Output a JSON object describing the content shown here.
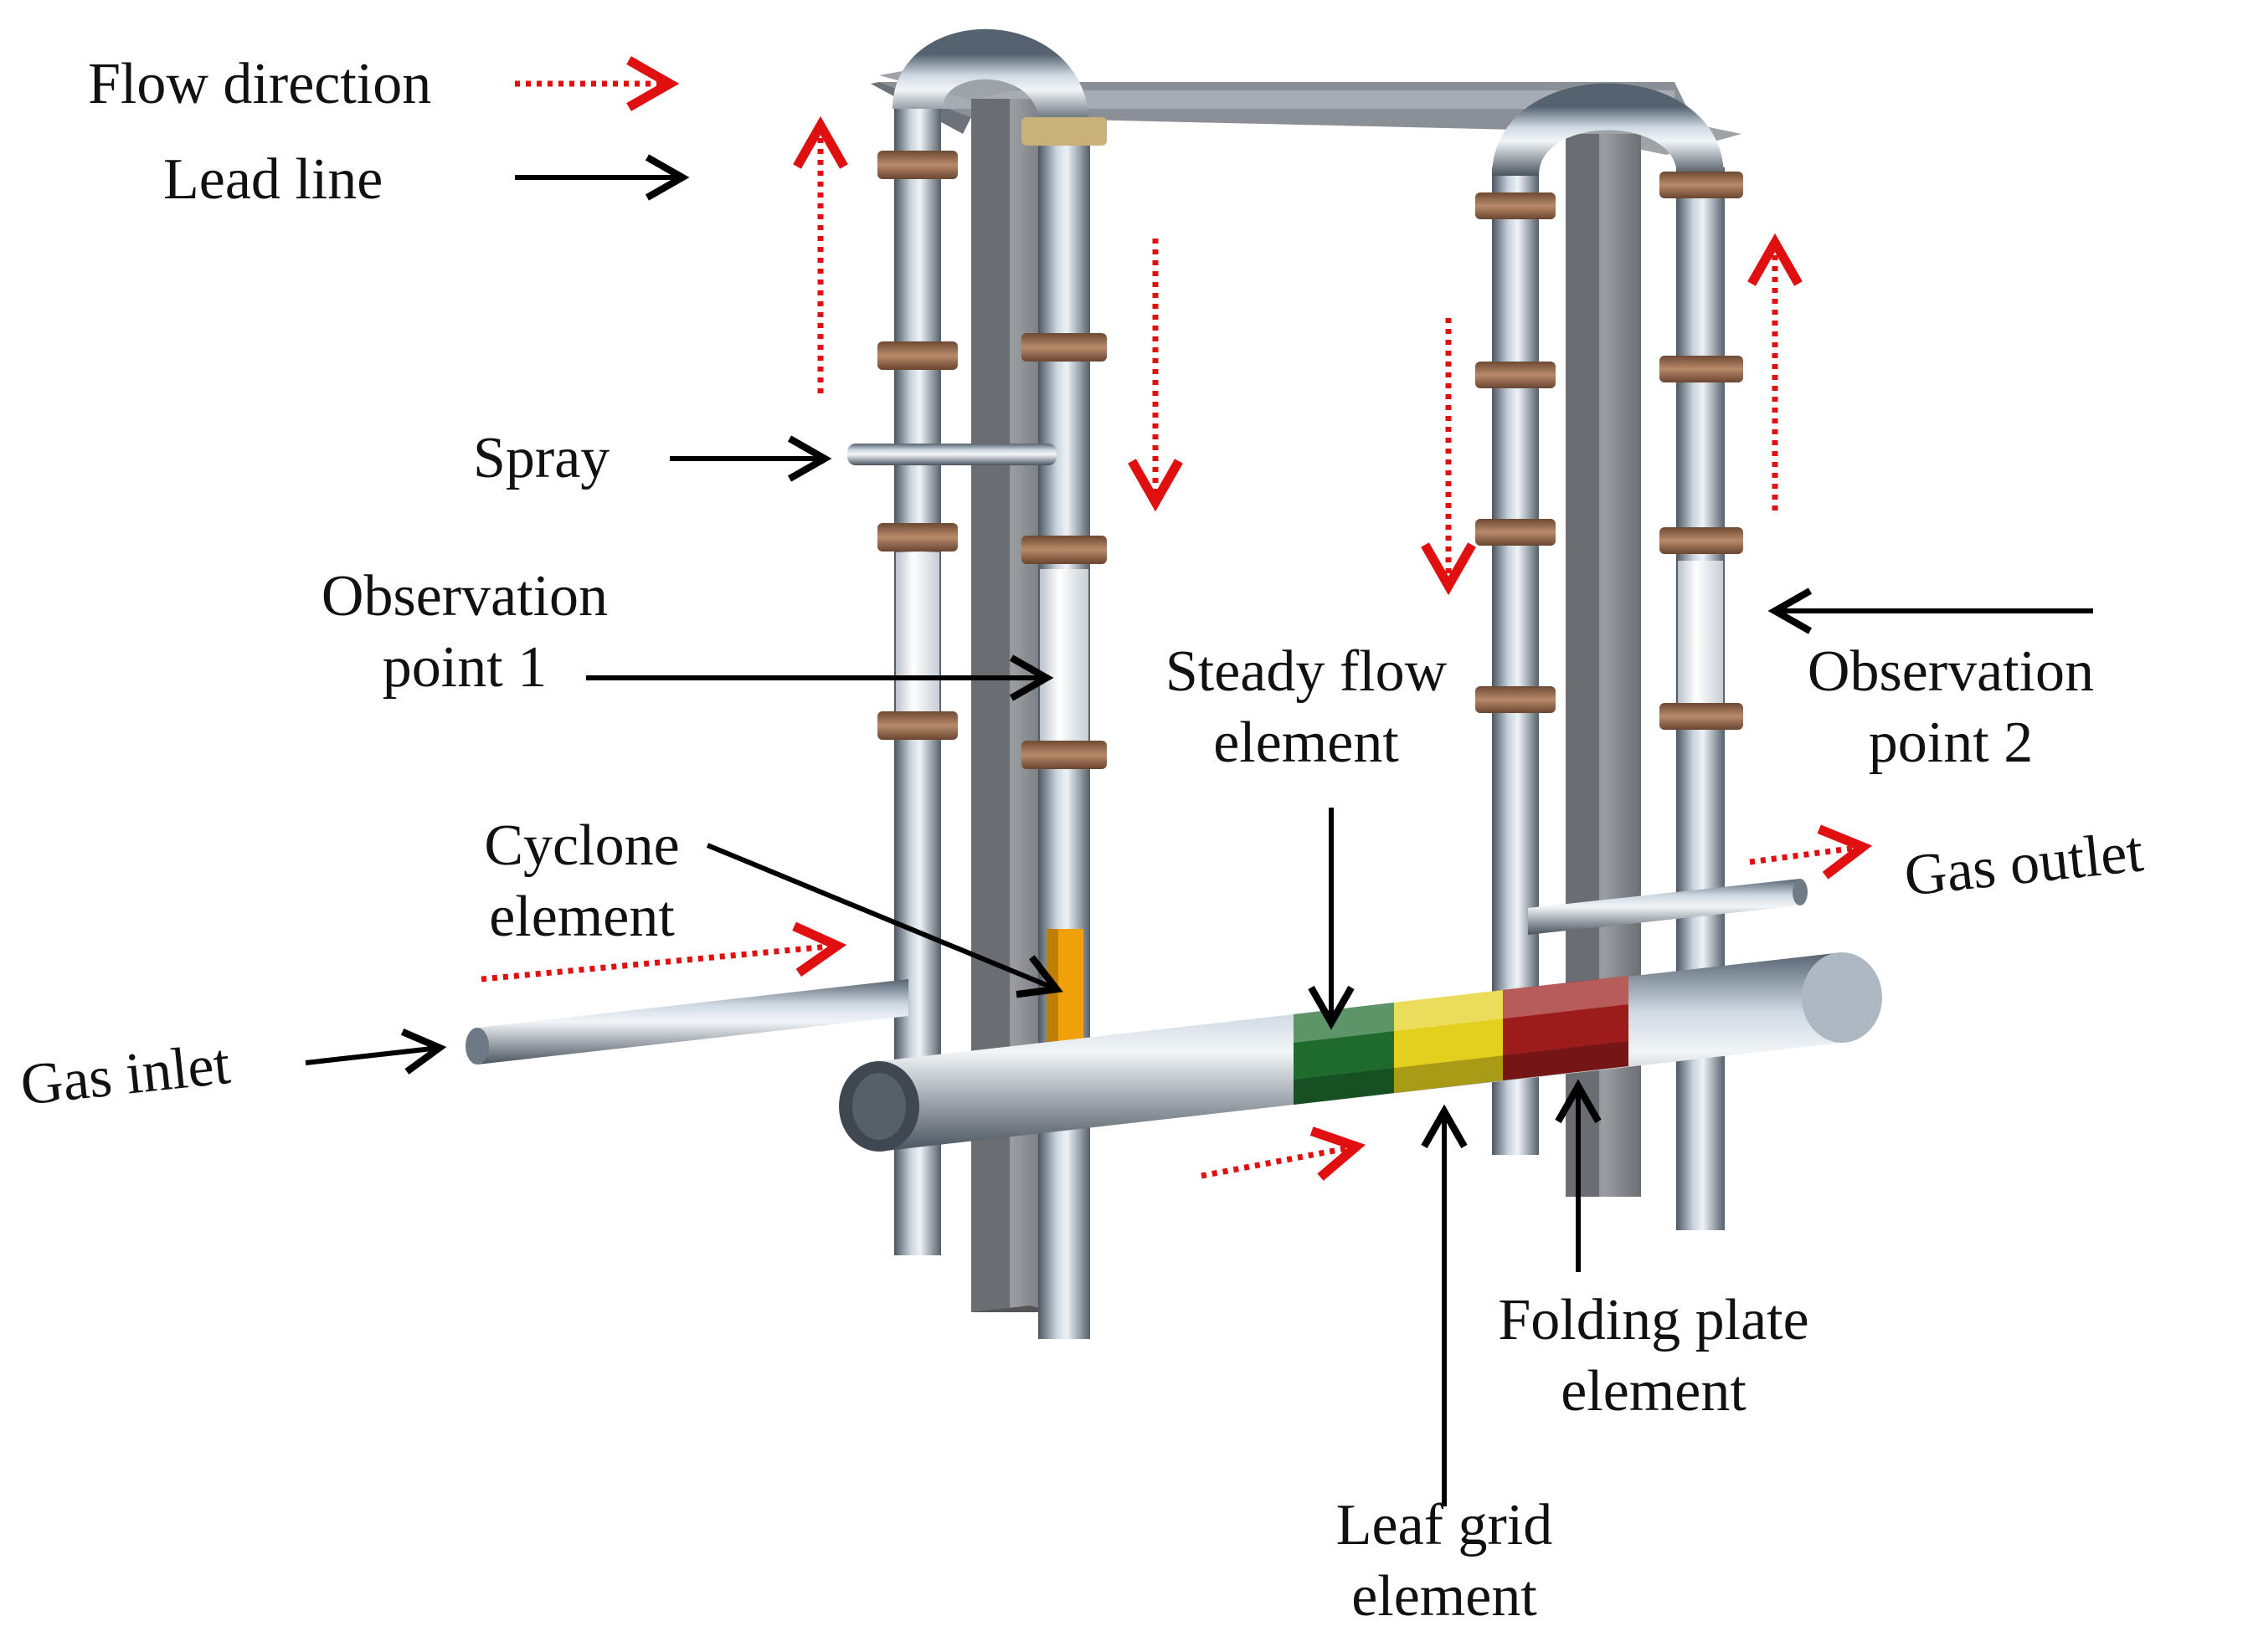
{
  "labels": {
    "flow_direction": "Flow direction",
    "lead_line": "Lead line",
    "spray": "Spray",
    "observation_point_1": [
      "Observation",
      "point 1"
    ],
    "observation_point_2": [
      "Observation",
      "point 2"
    ],
    "cyclone_element": [
      "Cyclone",
      "element"
    ],
    "steady_flow_element": [
      "Steady flow",
      "element"
    ],
    "gas_inlet": "Gas inlet",
    "gas_outlet": "Gas outlet",
    "folding_plate_element": [
      "Folding plate",
      "element"
    ],
    "leaf_grid_element": [
      "Leaf grid",
      "element"
    ]
  },
  "colors": {
    "flow_arrow": "#e01010",
    "lead_arrow": "#000000",
    "pipe_steel": "#8a98a6",
    "column": "#7c7f83",
    "clamp": "#9a6b4b",
    "cyclone": "#f0a10a",
    "steady_flow": "#1f6b2e",
    "leaf_grid": "#e3cf1e",
    "folding_plate": "#9c1c1c",
    "glass": "#e8ecef"
  }
}
